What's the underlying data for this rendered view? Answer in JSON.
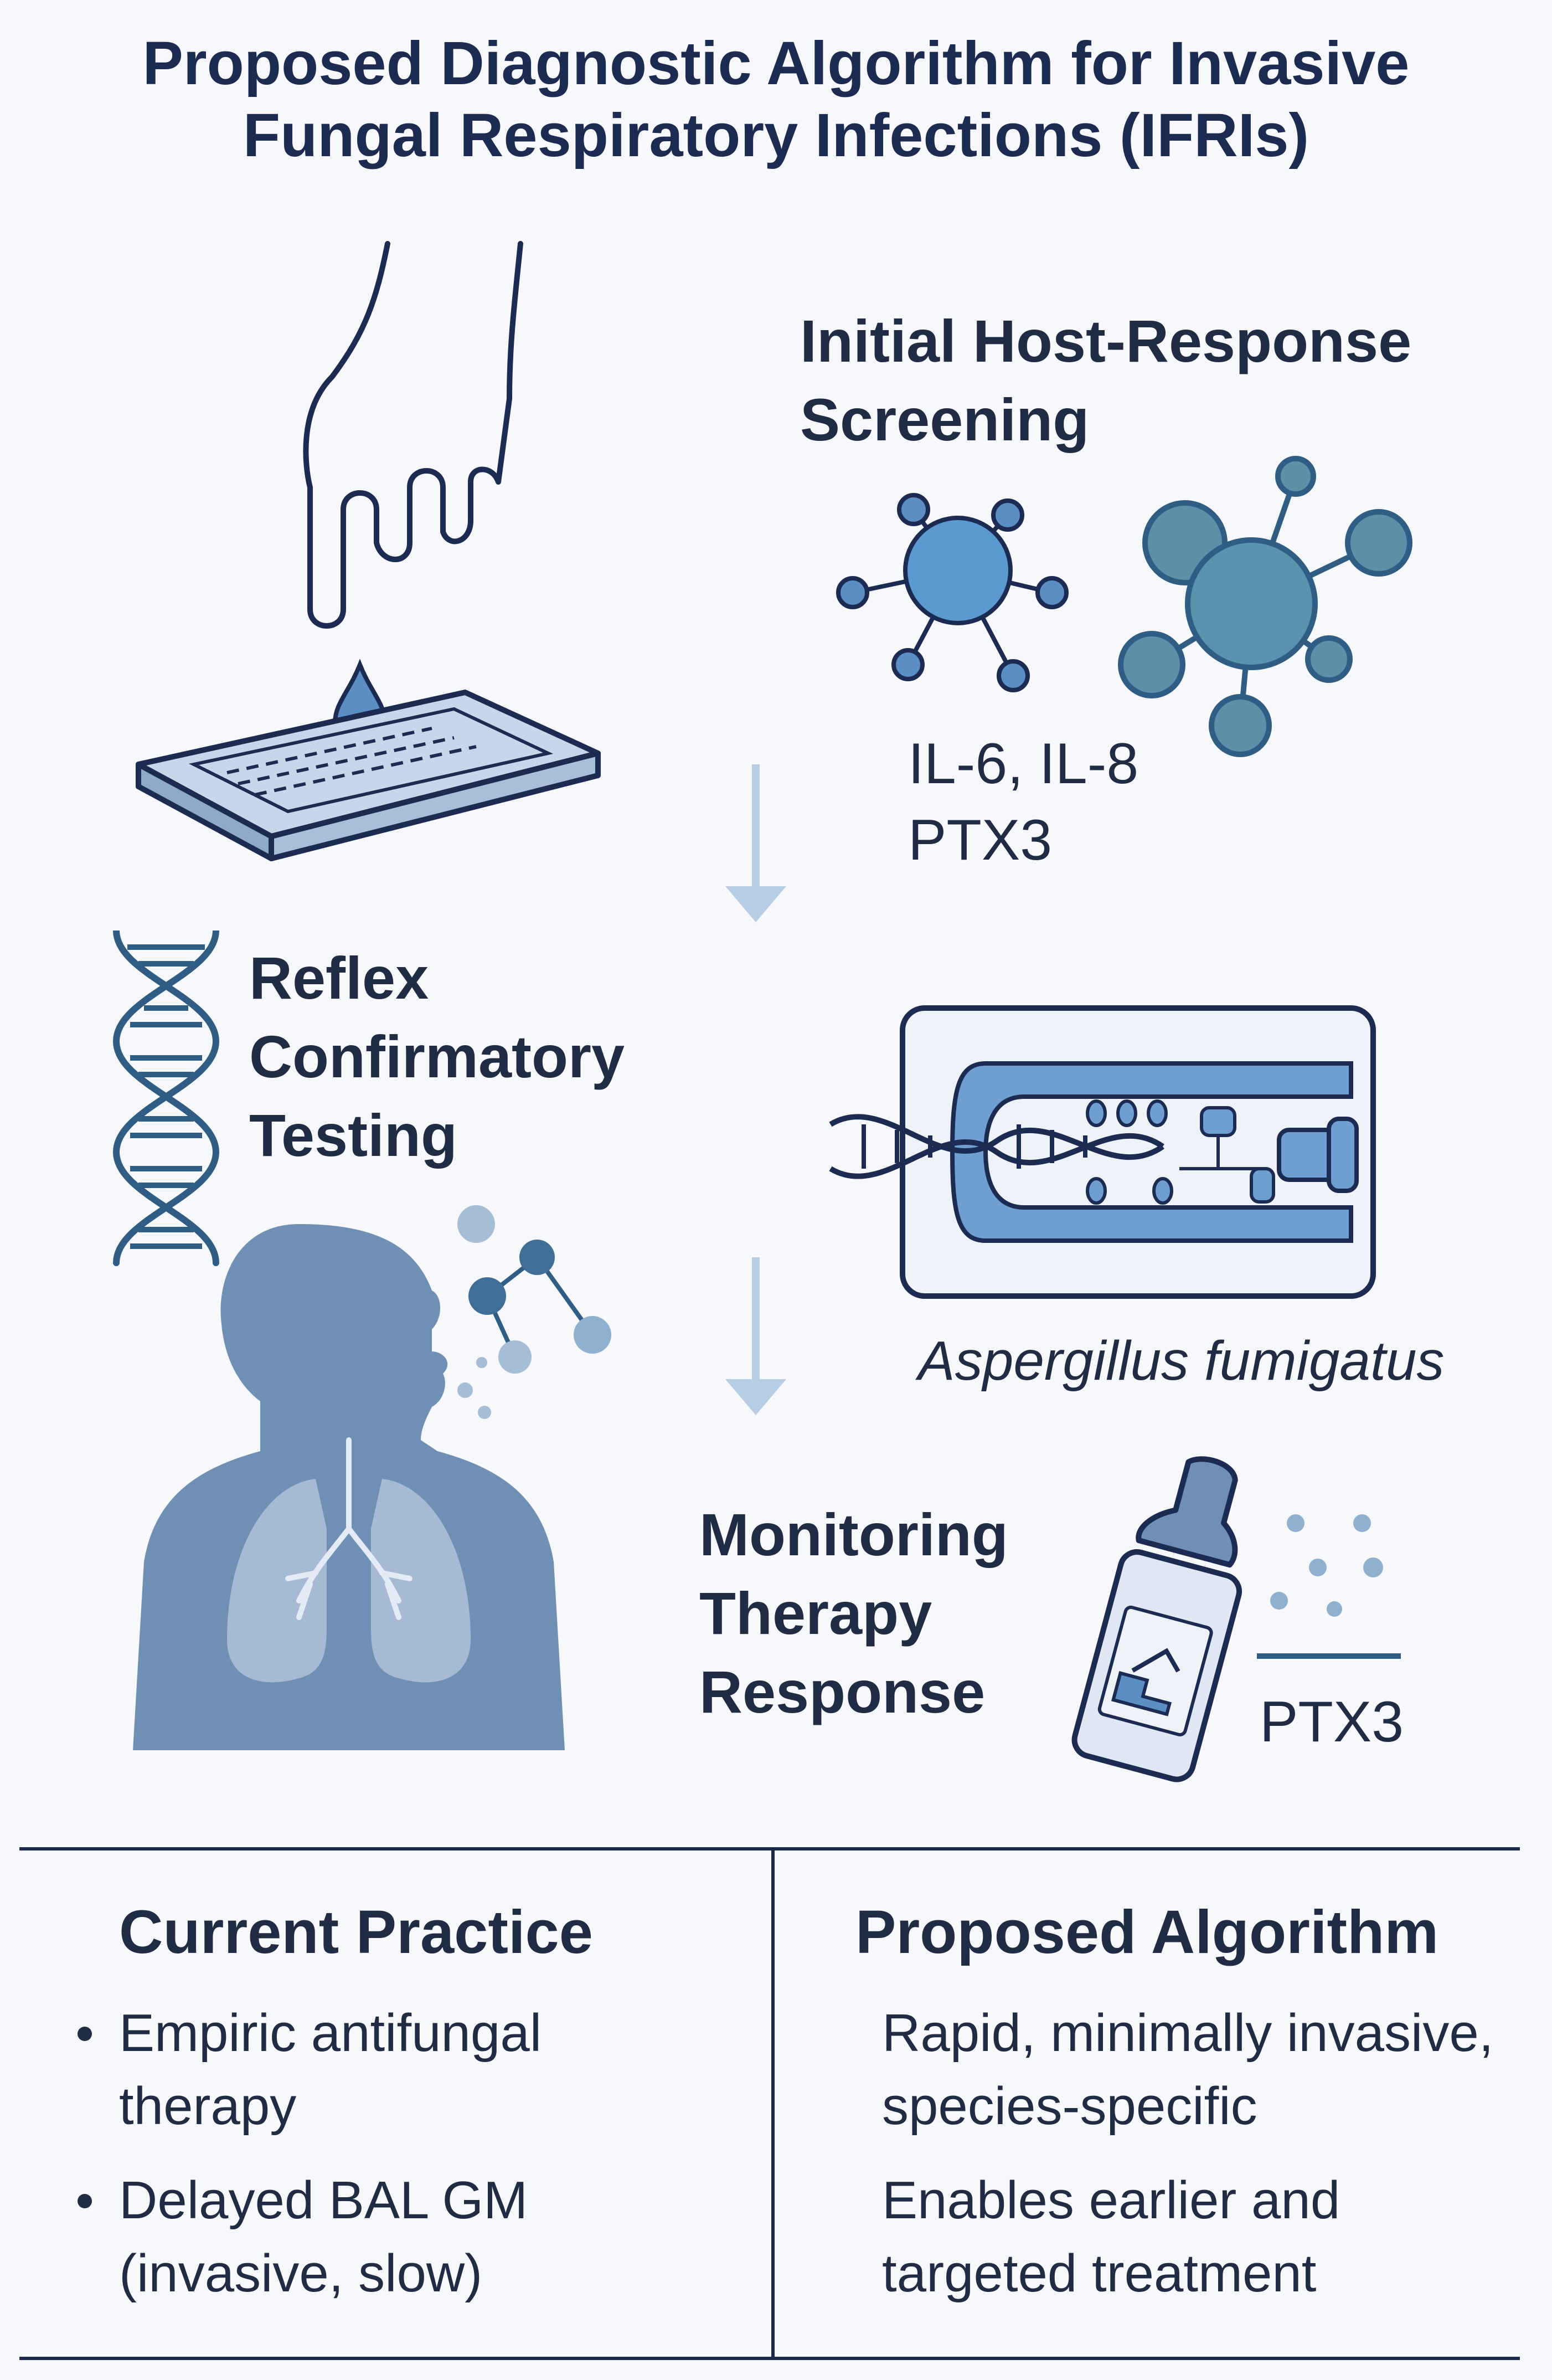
{
  "title": {
    "line1": "Proposed Diagnostic Algorithm for Invasive",
    "line2": "Fungal Respiratory Infections (IFRIs)"
  },
  "steps": {
    "screening": {
      "line1": "Initial Host-Response",
      "line2": "Screening"
    },
    "markers": {
      "line1": "IL-6, IL-8",
      "line2": "PTX3"
    },
    "confirm": {
      "line1": "Reflex",
      "line2": "Confirmatory",
      "line3": "Testing"
    },
    "species": "Aspergillus fumigatus",
    "monitor": {
      "line1": "Monitoring",
      "line2": "Therapy",
      "line3": "Response"
    },
    "monitor_marker": "PTX3"
  },
  "comparison": {
    "current": {
      "heading": "Current Practice",
      "items": [
        {
          "line1": "Empiric antifungal",
          "line2": "therapy"
        },
        {
          "line1": "Delayed BAL GM",
          "line2": "(invasive, slow)"
        }
      ]
    },
    "proposed": {
      "heading": "Proposed Algorithm",
      "items": [
        {
          "line1": "Rapid, minimally invasive,",
          "line2": "species-specific"
        },
        {
          "line1": "Enables earlier and",
          "line2": "targeted treatment"
        }
      ]
    }
  },
  "colors": {
    "navy": "#1c2b52",
    "blue": "#5b8fc4",
    "steel": "#6f8fb5",
    "light": "#c7d6e8"
  }
}
